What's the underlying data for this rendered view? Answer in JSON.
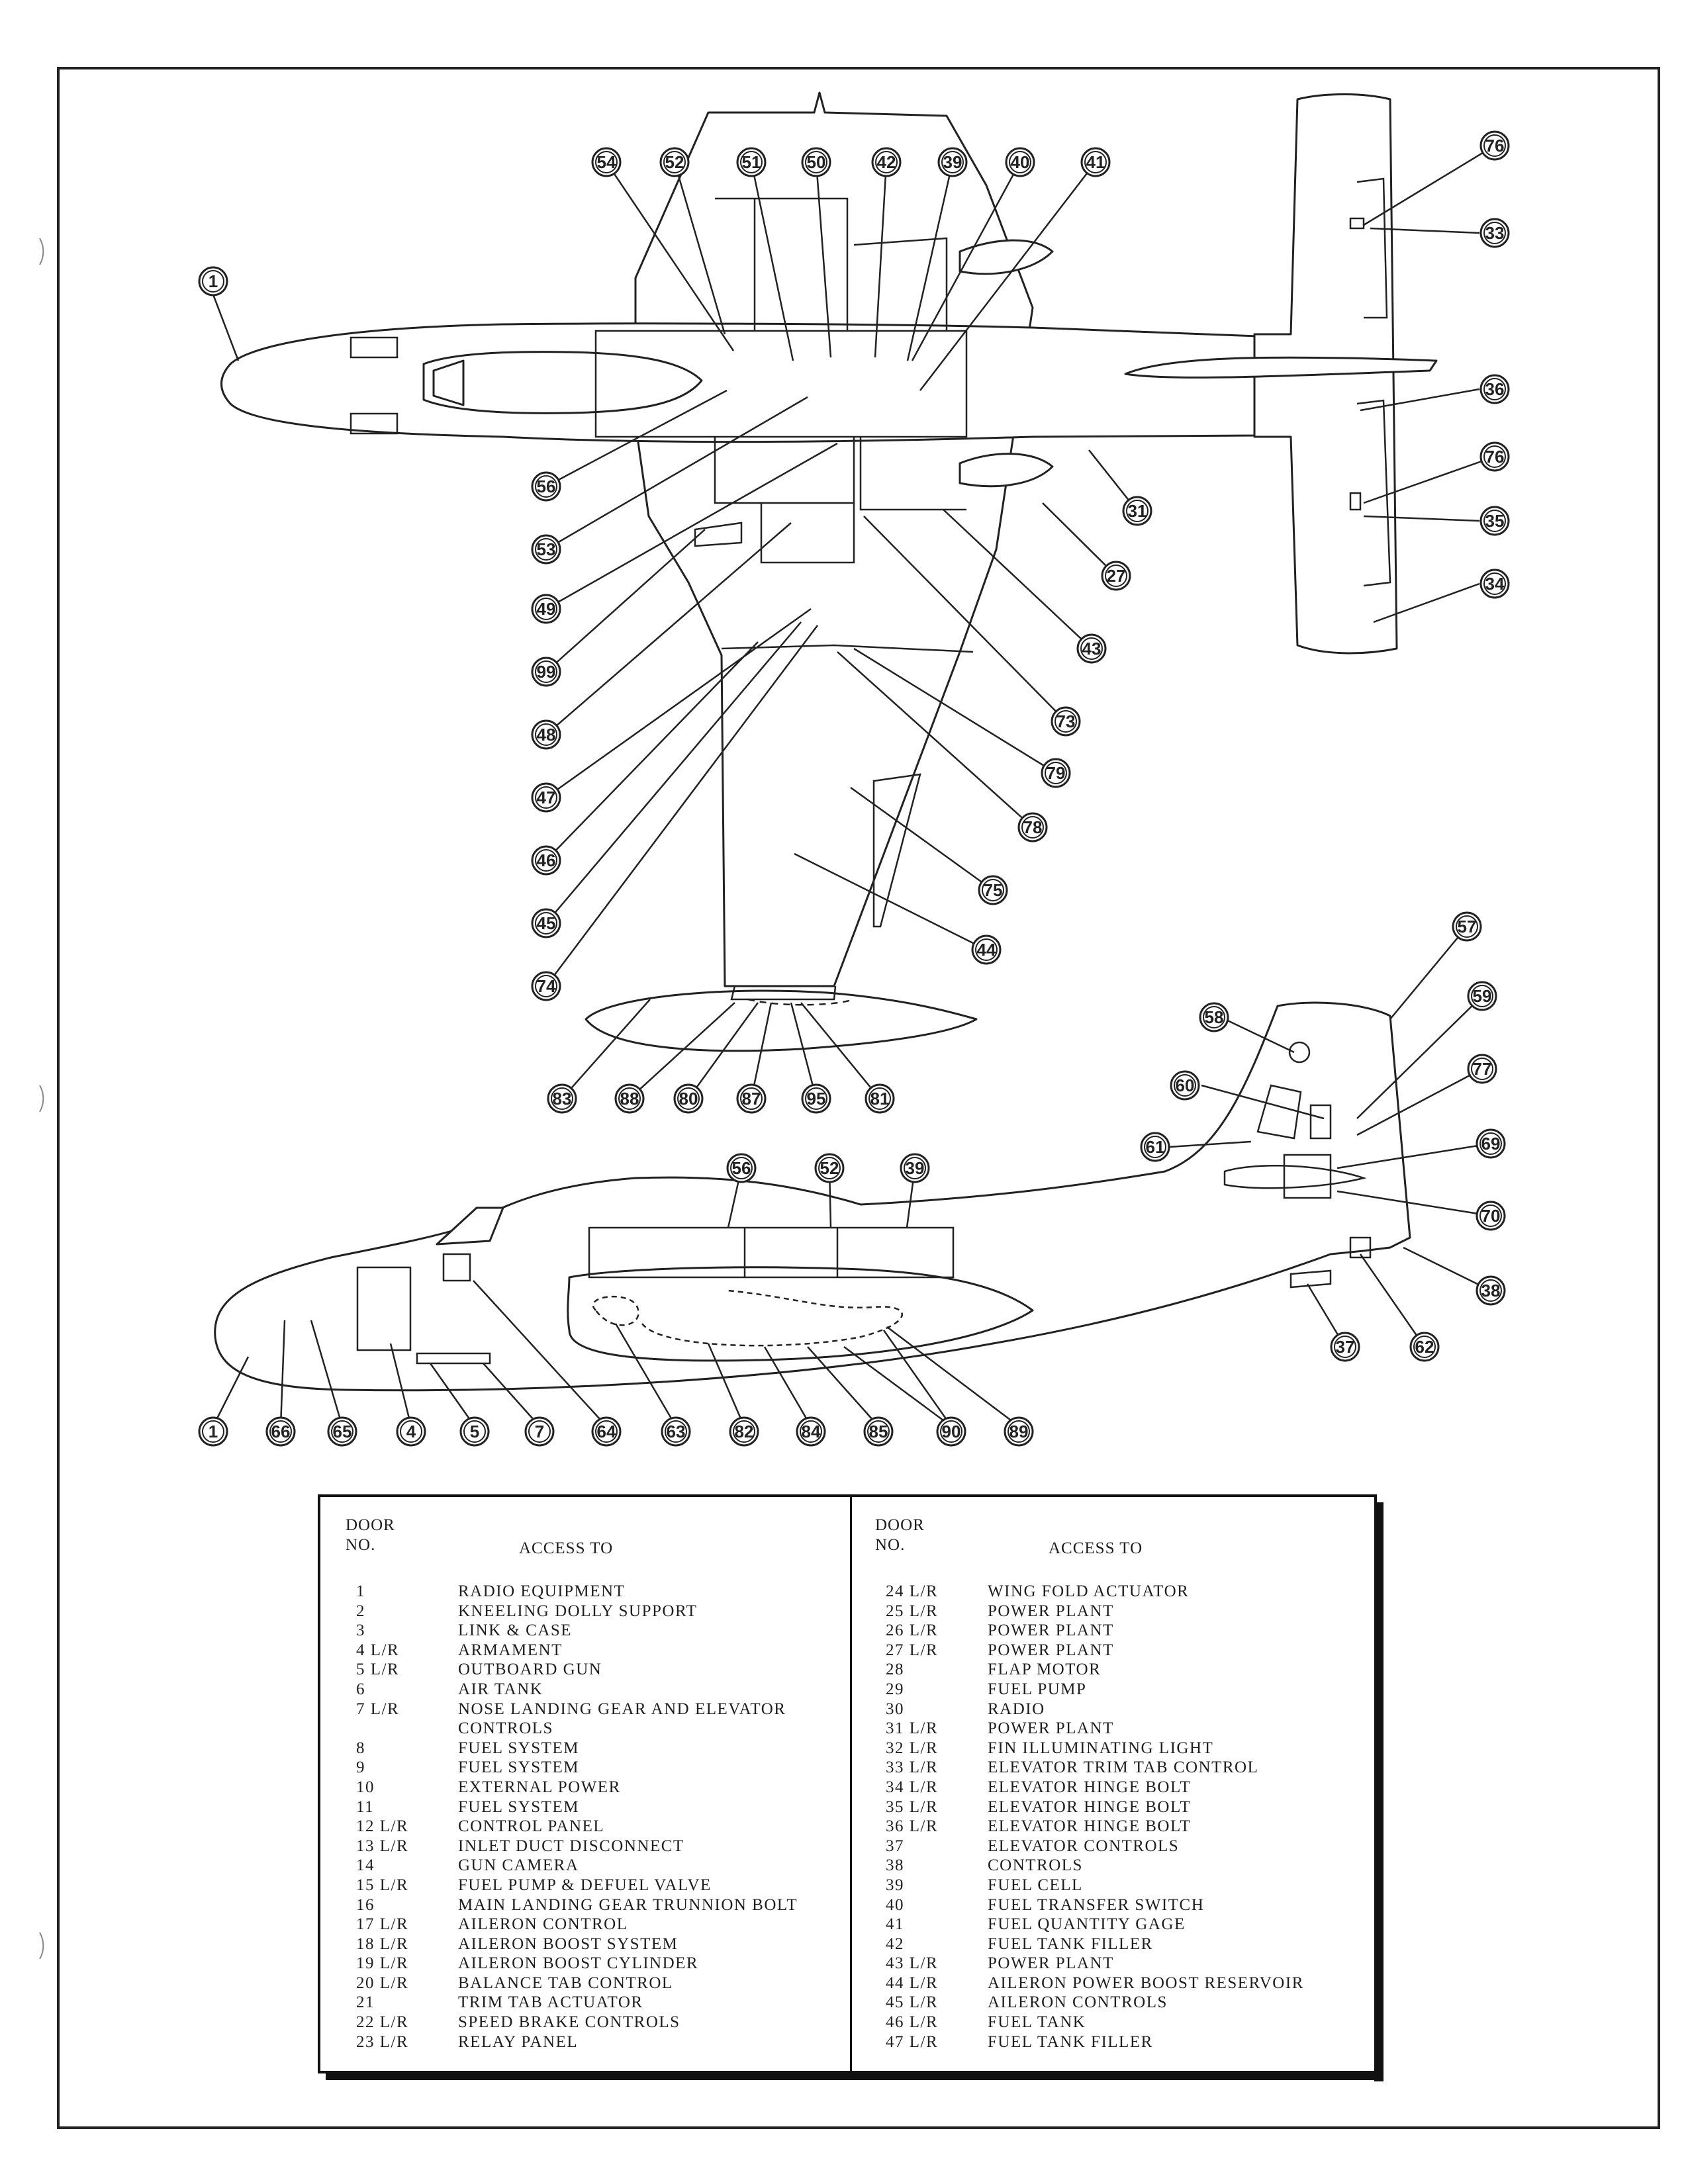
{
  "diagram": {
    "top_view_callouts": [
      "54",
      "52",
      "51",
      "50",
      "42",
      "39",
      "40",
      "41",
      "1",
      "56",
      "53",
      "49",
      "99",
      "48",
      "47",
      "46",
      "45",
      "74",
      "31",
      "27",
      "43",
      "73",
      "79",
      "78",
      "75",
      "44",
      "83",
      "88",
      "80",
      "87",
      "95",
      "81"
    ],
    "tail_view_callouts": [
      "76",
      "33",
      "36",
      "76",
      "35",
      "34"
    ],
    "fin_view_callouts": [
      "57",
      "58",
      "59",
      "77",
      "60",
      "61",
      "69",
      "70",
      "38",
      "37",
      "62"
    ],
    "side_view_callouts": [
      "56",
      "52",
      "39",
      "1",
      "66",
      "65",
      "4",
      "5",
      "7",
      "64",
      "63",
      "82",
      "84",
      "85",
      "90",
      "89"
    ]
  },
  "legend": {
    "door_label": "DOOR",
    "no_label": "NO.",
    "access_label": "ACCESS TO",
    "left": [
      {
        "no": "1",
        "to": "RADIO EQUIPMENT"
      },
      {
        "no": "2",
        "to": "KNEELING DOLLY SUPPORT"
      },
      {
        "no": "3",
        "to": "LINK & CASE"
      },
      {
        "no": "4 L/R",
        "to": "ARMAMENT"
      },
      {
        "no": "5 L/R",
        "to": "OUTBOARD GUN"
      },
      {
        "no": "6",
        "to": "AIR TANK"
      },
      {
        "no": "7 L/R",
        "to": "NOSE LANDING GEAR AND ELEVATOR"
      },
      {
        "no": "",
        "to": "  CONTROLS"
      },
      {
        "no": "8",
        "to": "FUEL SYSTEM"
      },
      {
        "no": "9",
        "to": "FUEL SYSTEM"
      },
      {
        "no": "10",
        "to": "EXTERNAL POWER"
      },
      {
        "no": "11",
        "to": "FUEL SYSTEM"
      },
      {
        "no": "12 L/R",
        "to": "CONTROL PANEL"
      },
      {
        "no": "13 L/R",
        "to": "INLET DUCT DISCONNECT"
      },
      {
        "no": "14",
        "to": "GUN CAMERA"
      },
      {
        "no": "15 L/R",
        "to": "FUEL PUMP & DEFUEL VALVE"
      },
      {
        "no": "16",
        "to": "MAIN LANDING GEAR TRUNNION BOLT"
      },
      {
        "no": "17 L/R",
        "to": "AILERON CONTROL"
      },
      {
        "no": "18 L/R",
        "to": "AILERON BOOST SYSTEM"
      },
      {
        "no": "19 L/R",
        "to": "AILERON BOOST CYLINDER"
      },
      {
        "no": "20 L/R",
        "to": "BALANCE TAB CONTROL"
      },
      {
        "no": "21",
        "to": "TRIM TAB ACTUATOR"
      },
      {
        "no": "22 L/R",
        "to": "SPEED BRAKE CONTROLS"
      },
      {
        "no": "23 L/R",
        "to": "RELAY PANEL"
      }
    ],
    "right": [
      {
        "no": "24 L/R",
        "to": "WING FOLD ACTUATOR"
      },
      {
        "no": "25 L/R",
        "to": "POWER PLANT"
      },
      {
        "no": "26 L/R",
        "to": "POWER PLANT"
      },
      {
        "no": "27 L/R",
        "to": "POWER PLANT"
      },
      {
        "no": "28",
        "to": "FLAP MOTOR"
      },
      {
        "no": "29",
        "to": "FUEL PUMP"
      },
      {
        "no": "30",
        "to": "RADIO"
      },
      {
        "no": "31 L/R",
        "to": "POWER PLANT"
      },
      {
        "no": "32 L/R",
        "to": "FIN ILLUMINATING LIGHT"
      },
      {
        "no": "33 L/R",
        "to": "ELEVATOR TRIM TAB CONTROL"
      },
      {
        "no": "34 L/R",
        "to": "ELEVATOR HINGE BOLT"
      },
      {
        "no": "35 L/R",
        "to": "ELEVATOR HINGE BOLT"
      },
      {
        "no": "36 L/R",
        "to": "ELEVATOR HINGE BOLT"
      },
      {
        "no": "37",
        "to": "ELEVATOR CONTROLS"
      },
      {
        "no": "38",
        "to": "CONTROLS"
      },
      {
        "no": "39",
        "to": "FUEL CELL"
      },
      {
        "no": "40",
        "to": "FUEL TRANSFER SWITCH"
      },
      {
        "no": "41",
        "to": "FUEL QUANTITY GAGE"
      },
      {
        "no": "42",
        "to": "FUEL TANK FILLER"
      },
      {
        "no": "43 L/R",
        "to": "POWER PLANT"
      },
      {
        "no": "44 L/R",
        "to": "AILERON POWER BOOST RESERVOIR"
      },
      {
        "no": "45 L/R",
        "to": "AILERON CONTROLS"
      },
      {
        "no": "46 L/R",
        "to": "FUEL TANK"
      },
      {
        "no": "47 L/R",
        "to": "FUEL TANK FILLER"
      }
    ]
  }
}
